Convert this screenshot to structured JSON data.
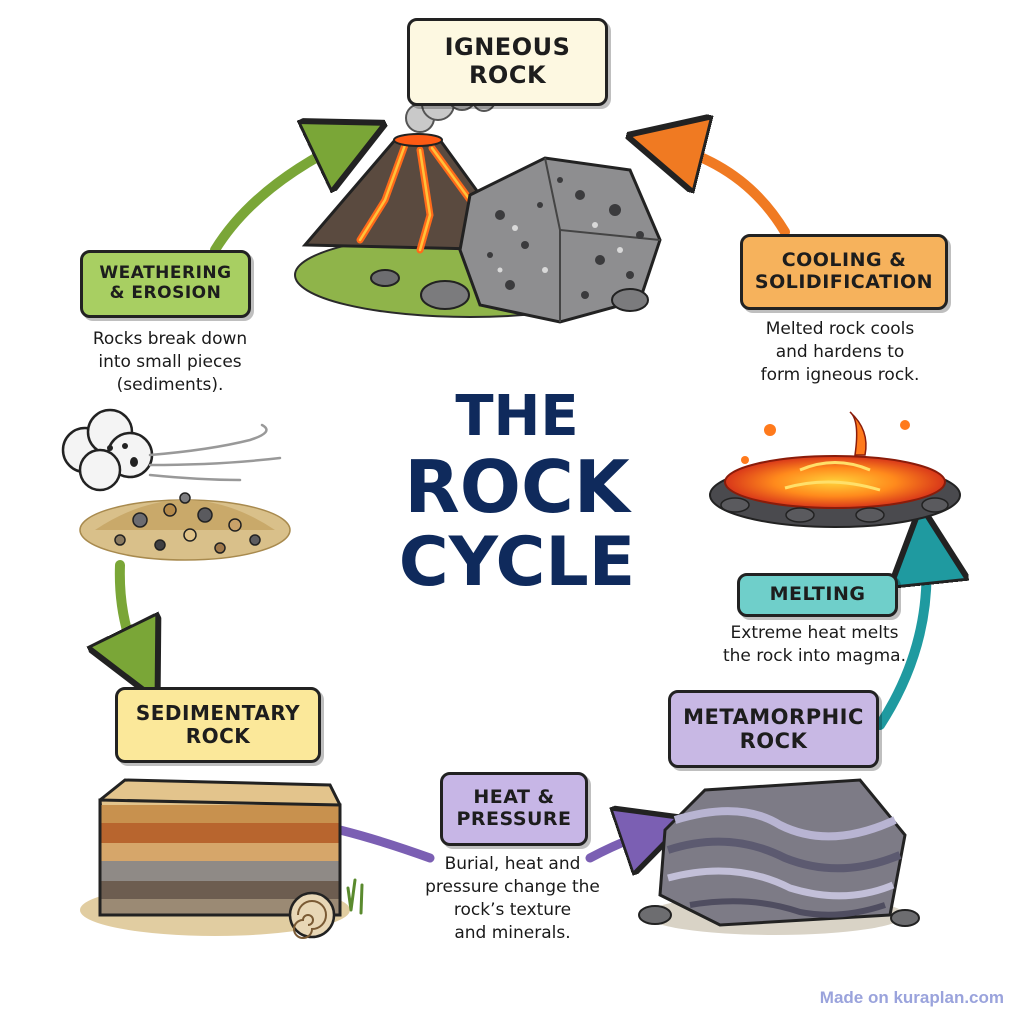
{
  "title": {
    "line1": "THE",
    "line2": "ROCK",
    "line3": "CYCLE"
  },
  "stages": {
    "igneous": {
      "line1": "IGNEOUS",
      "line2": "ROCK"
    },
    "sedimentary": {
      "line1": "SEDIMENTARY",
      "line2": "ROCK"
    },
    "metamorphic": {
      "line1": "METAMORPHIC",
      "line2": "ROCK"
    }
  },
  "processes": {
    "weathering": {
      "line1": "WEATHERING",
      "line2": "& EROSION",
      "desc1": "Rocks break down",
      "desc2": "into small pieces",
      "desc3": "(sediments)."
    },
    "heat_pressure": {
      "line1": "HEAT &",
      "line2": "PRESSURE",
      "desc1": "Burial, heat and",
      "desc2": "pressure change the",
      "desc3": "rock’s texture",
      "desc4": "and minerals."
    },
    "melting": {
      "line1": "MELTING",
      "desc1": "Extreme heat melts",
      "desc2": "the rock into magma."
    },
    "cooling": {
      "line1": "COOLING &",
      "line2": "SOLIDIFICATION",
      "desc1": "Melted rock cools",
      "desc2": "and hardens to",
      "desc3": "form igneous rock."
    }
  },
  "footer": "Made on kuraplan.com",
  "colors": {
    "title": "#0f2a5c",
    "igneous_box": "#fdf8e1",
    "sedimentary_box": "#fbe89a",
    "metamorphic_box": "#c8b8e4",
    "weathering_box": "#a8cf62",
    "heat_box": "#c7b6e6",
    "melting_box": "#6fcfca",
    "cooling_box": "#f6b25c",
    "arrow_green": "#7aa637",
    "arrow_purple": "#7b5fb3",
    "arrow_teal": "#1f9aa0",
    "arrow_orange": "#f07a22"
  },
  "icons": [
    "volcano-icon",
    "granite-rock-icon",
    "wind-cloud-icon",
    "sediment-pile-icon",
    "layered-rock-icon",
    "shell-icon",
    "banded-rock-icon",
    "magma-pool-icon"
  ]
}
